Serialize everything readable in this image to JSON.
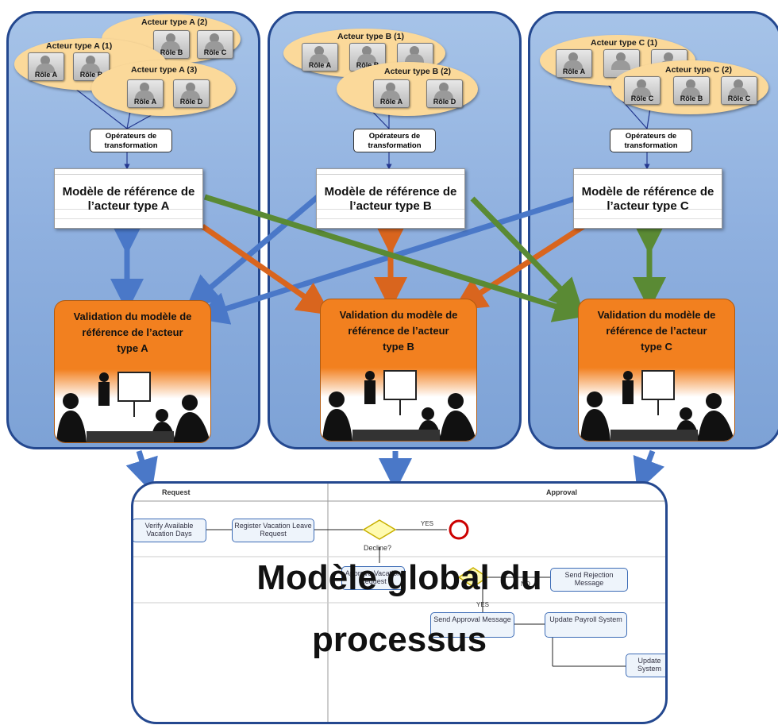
{
  "columns": [
    {
      "actors": [
        {
          "title": "Acteur type A (2)",
          "roles": [
            "",
            "Rôle B",
            "Rôle C"
          ]
        },
        {
          "title": "Acteur type A (1)",
          "roles": [
            "Rôle A",
            "Rôle B",
            ""
          ]
        },
        {
          "title": "Acteur type A (3)",
          "roles": [
            "Rôle A",
            "Rôle D"
          ]
        }
      ],
      "operators": "Opérateurs de transformation",
      "model": "Modèle de référence de l’acteur type A",
      "validation": "Validation du modèle de référence de l’acteur type A"
    },
    {
      "actors": [
        {
          "title": "Acteur type B (1)",
          "roles": [
            "Rôle A",
            "Rôle B",
            ""
          ]
        },
        {
          "title": "Acteur type B (2)",
          "roles": [
            "Rôle A",
            "Rôle D"
          ]
        }
      ],
      "operators": "Opérateurs de transformation",
      "model": "Modèle de référence de l’acteur type B",
      "validation": "Validation du modèle de référence de l’acteur type B"
    },
    {
      "actors": [
        {
          "title": "Acteur type C (1)",
          "roles": [
            "Rôle A",
            "",
            ""
          ]
        },
        {
          "title": "Acteur type C (2)",
          "roles": [
            "Rôle C",
            "Rôle B",
            "Rôle C"
          ]
        }
      ],
      "operators": "Opérateurs de transformation",
      "model": "Modèle de référence de l’acteur type C",
      "validation": "Validation du modèle de référence de l’acteur type C"
    }
  ],
  "global": {
    "title_line1": "Modèle global du",
    "title_line2": "processus",
    "lanes": [
      "Request",
      "Approval"
    ],
    "tasks": [
      "Verify Available Vacation Days",
      "Register Vacation Leave Request",
      "Approve Vacation Request",
      "Send Rejection Message",
      "Send Approval Message",
      "Update Payroll System",
      "Update System"
    ],
    "gateway_label": "Decline?",
    "yes_label": "YES",
    "no_label": "NO"
  },
  "colors": {
    "blue": "#4a78c8",
    "orange": "#d9651e",
    "green": "#5a8a34",
    "panel_border": "#24488f"
  }
}
